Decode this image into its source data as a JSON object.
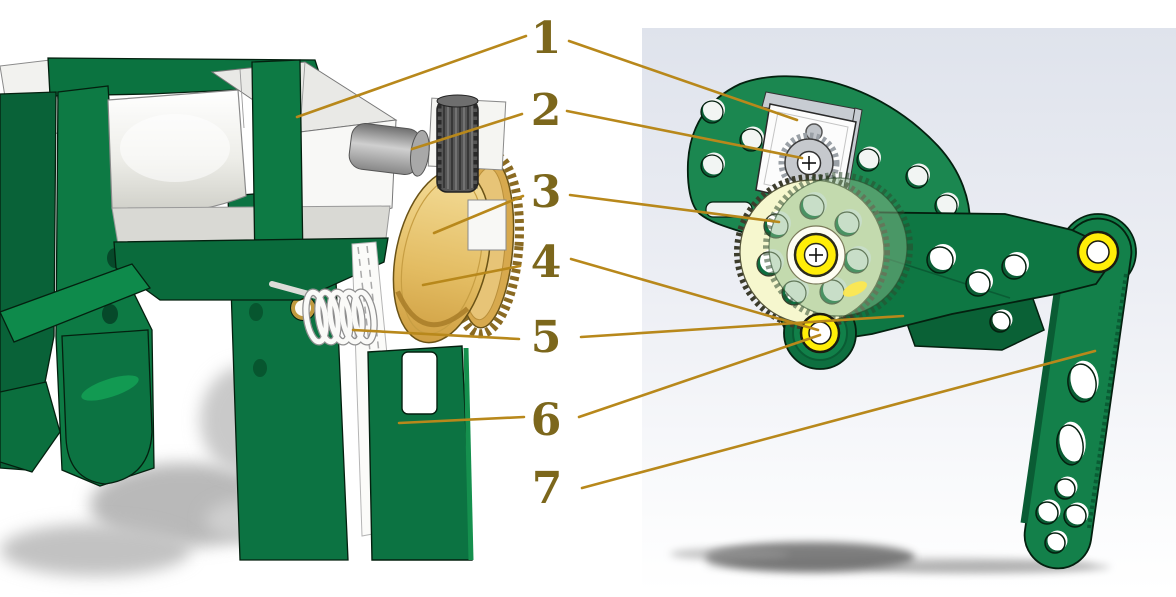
{
  "figure": {
    "kind": "cad-assembly-annotated-figure",
    "callouts": [
      {
        "label": "1"
      },
      {
        "label": "2"
      },
      {
        "label": "3"
      },
      {
        "label": "4"
      },
      {
        "label": "5"
      },
      {
        "label": "6"
      },
      {
        "label": "7"
      }
    ],
    "colors": {
      "callout_text": "#7c671c",
      "leader_line": "#b8881b",
      "machine_green": "#0d7a44",
      "machine_green_dark": "#07502c",
      "sector_green": "#1b8750",
      "brass": "#d7a94e",
      "gold_cam": "#e6c06a",
      "bright_yellow": "#ffee08",
      "pale_yellow_gear": "#f6f7ce",
      "overlay_green": "#8cb98c",
      "metal_gray": "#9a9a9a",
      "right_bg_top": "#dfe3ec",
      "right_bg_bottom": "#ffffff"
    }
  }
}
